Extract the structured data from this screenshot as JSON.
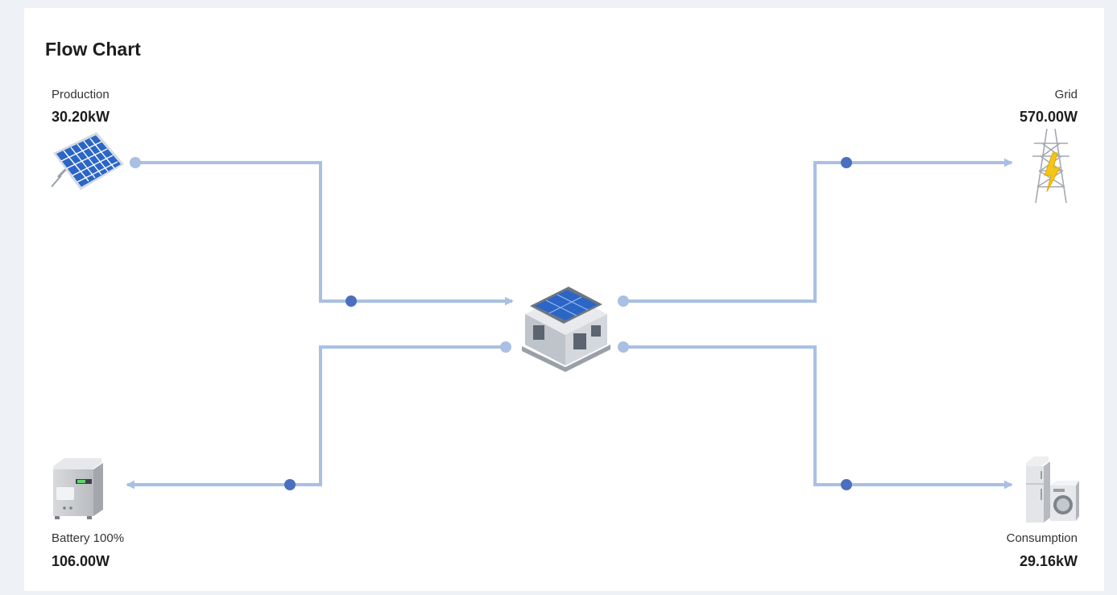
{
  "card": {
    "title": "Flow Chart"
  },
  "nodes": {
    "production": {
      "label": "Production",
      "value": "30.20kW"
    },
    "grid": {
      "label": "Grid",
      "value": "570.00W"
    },
    "battery": {
      "label": "Battery 100%",
      "value": "106.00W"
    },
    "consumption": {
      "label": "Consumption",
      "value": "29.16kW"
    }
  },
  "colors": {
    "flow_line": "#a9bfe4",
    "flow_dot_active": "#4a6fbf",
    "flow_dot_idle": "#a9bfe4"
  },
  "icons": {
    "production": "solar-panel-icon",
    "grid": "transmission-tower-icon",
    "battery": "battery-cabinet-icon",
    "consumption": "appliances-icon",
    "home": "house-icon"
  }
}
